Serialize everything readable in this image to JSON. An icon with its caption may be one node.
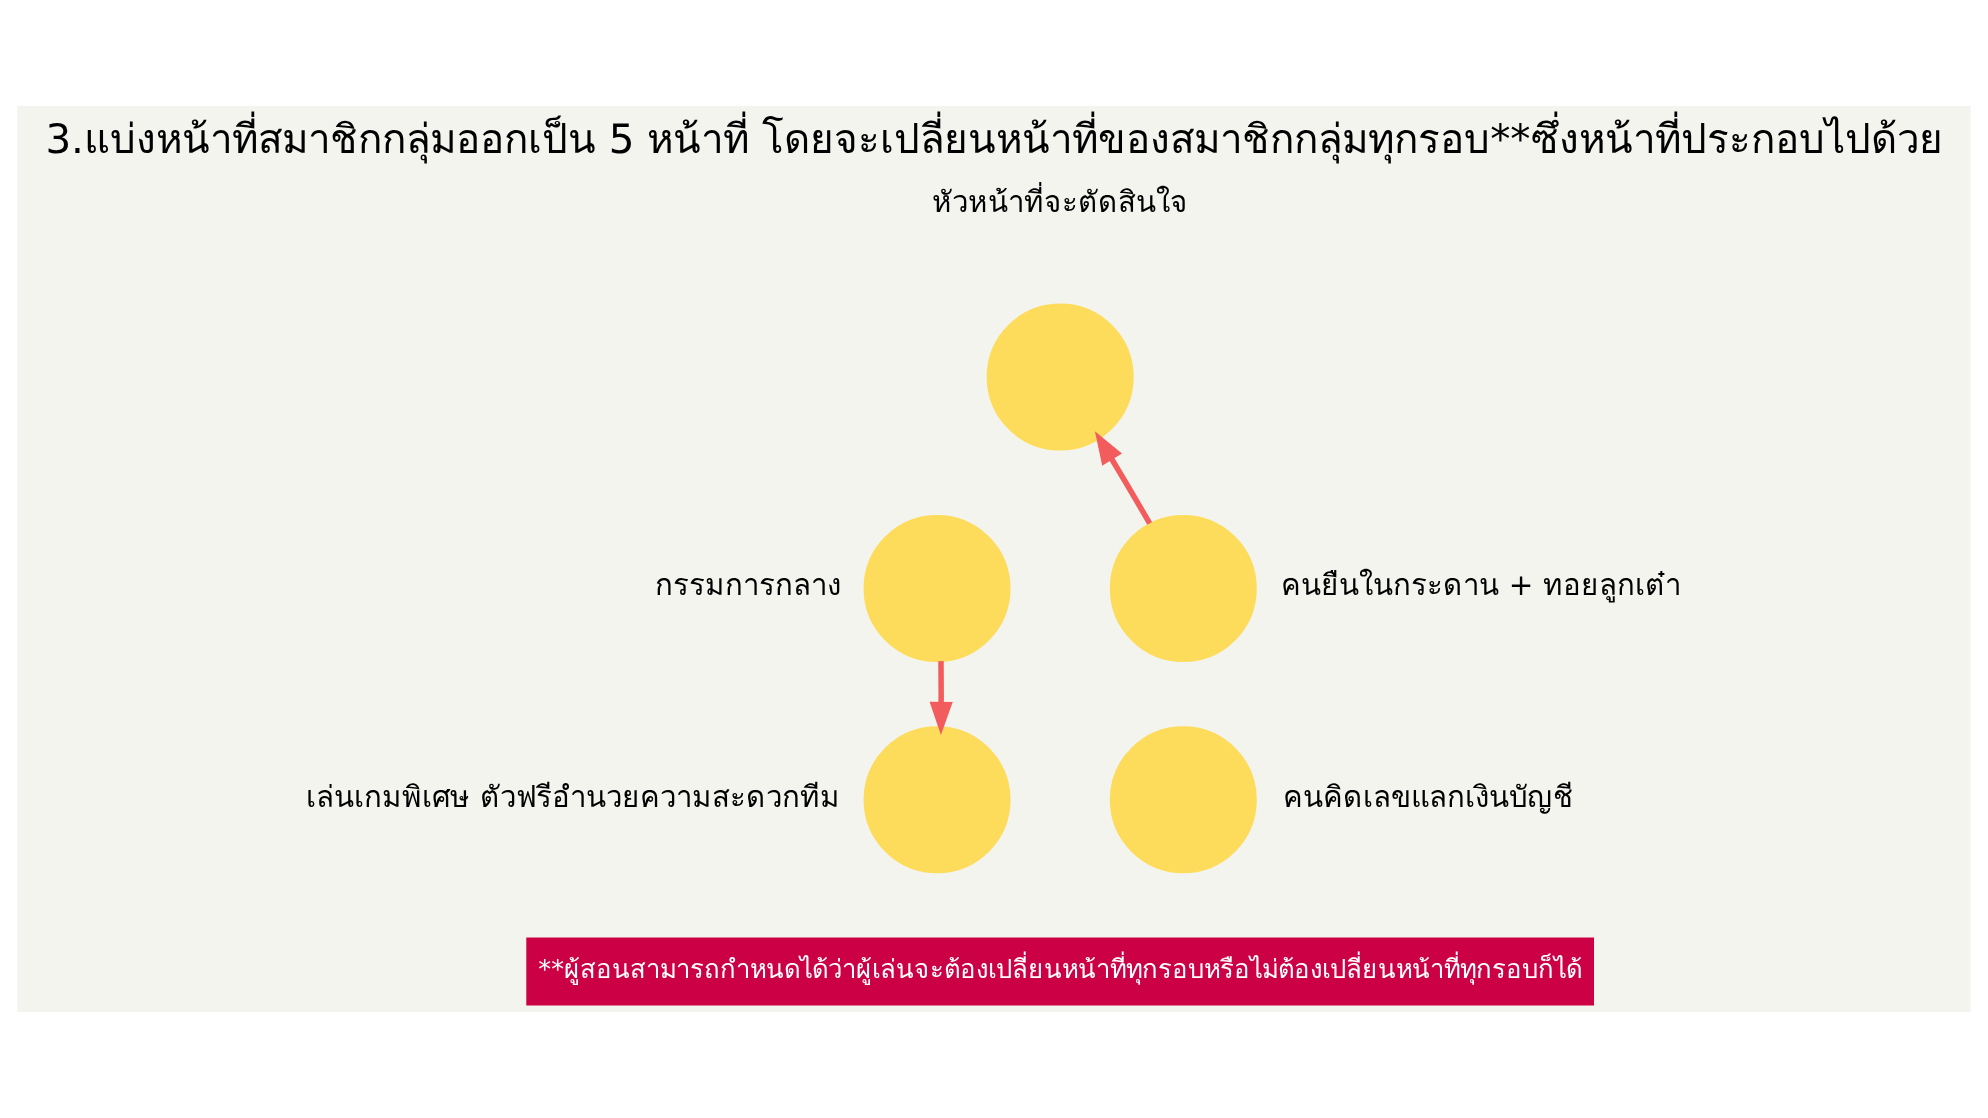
{
  "diagram": {
    "title": "3.แบ่งหน้าที่สมาชิกกลุ่มออกเป็น 5 หน้าที่ โดยจะเปลี่ยนหน้าที่ของสมาชิกกลุ่มทุกรอบ**ซึ่งหน้าที่ประกอบไปด้วย",
    "caption": "**ผู้สอนสามารถกำหนดได้ว่าผู้เล่นจะต้องเปลี่ยนหน้าที่ทุกรอบหรือไม่ต้องเปลี่ยนหน้าที่ทุกรอบก็ได้",
    "nodes": [
      {
        "text": [],
        "shape": "circle",
        "beside": [
          "หัวหน้าที่จะตัดสินใจ"
        ]
      },
      {
        "text": [],
        "shape": "circle",
        "beside": [
          "กรรมการกลาง"
        ]
      },
      {
        "text": [],
        "shape": "circle",
        "beside": [
          "คนยืนในกระดาน + ทอยลูกเต๋า"
        ]
      },
      {
        "text": [],
        "shape": "circle",
        "beside": [
          "เล่นเกมพิเศษ ตัวฟรีอำนวยความสะดวกทีม"
        ]
      },
      {
        "text": [],
        "shape": "circle",
        "beside": [
          "คนคิดเลขแลกเงินบัญชี"
        ]
      }
    ],
    "edges": [
      {
        "from": 2,
        "to": 0,
        "arrow": "to"
      },
      {
        "from": 1,
        "to": 3,
        "arrow": "to"
      }
    ]
  }
}
